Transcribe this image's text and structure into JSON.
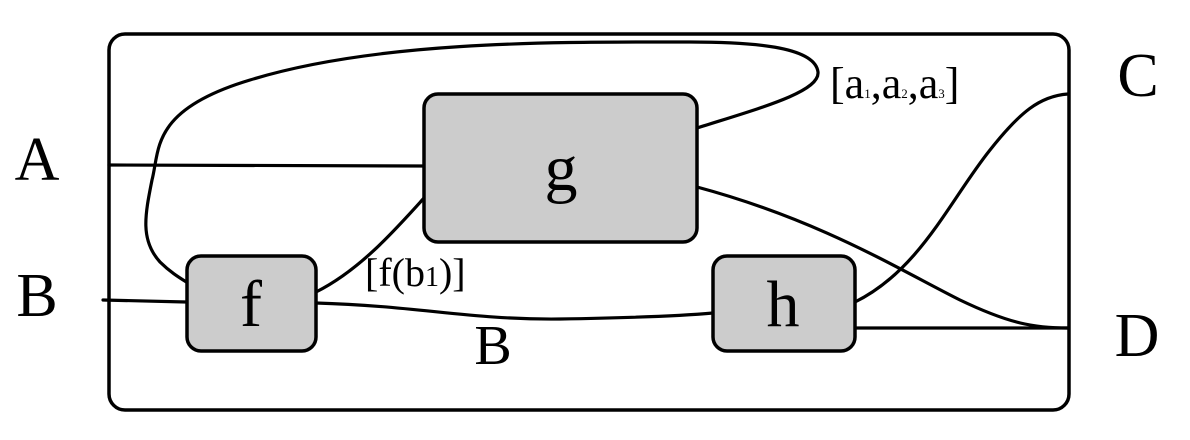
{
  "diagram": {
    "type": "string-diagram",
    "outer_labels": {
      "input_a": "A",
      "input_b": "B",
      "output_c": "C",
      "output_d": "D"
    },
    "boxes": {
      "f": {
        "label": "f",
        "fill": "#cccccc"
      },
      "g": {
        "label": "g",
        "fill": "#cccccc"
      },
      "h": {
        "label": "h",
        "fill": "#cccccc"
      }
    },
    "wire_labels": {
      "loop": {
        "open": "[",
        "a1": "a",
        "s1": "1",
        "sep1": ",",
        "a2": "a",
        "s2": "2",
        "sep2": ",",
        "a3": "a",
        "s3": "3",
        "close": "]"
      },
      "f_to_g": {
        "text": "[f(b",
        "sub": "1",
        "close": ")]"
      },
      "b_inner": "B"
    },
    "stroke_color": "#000000"
  }
}
